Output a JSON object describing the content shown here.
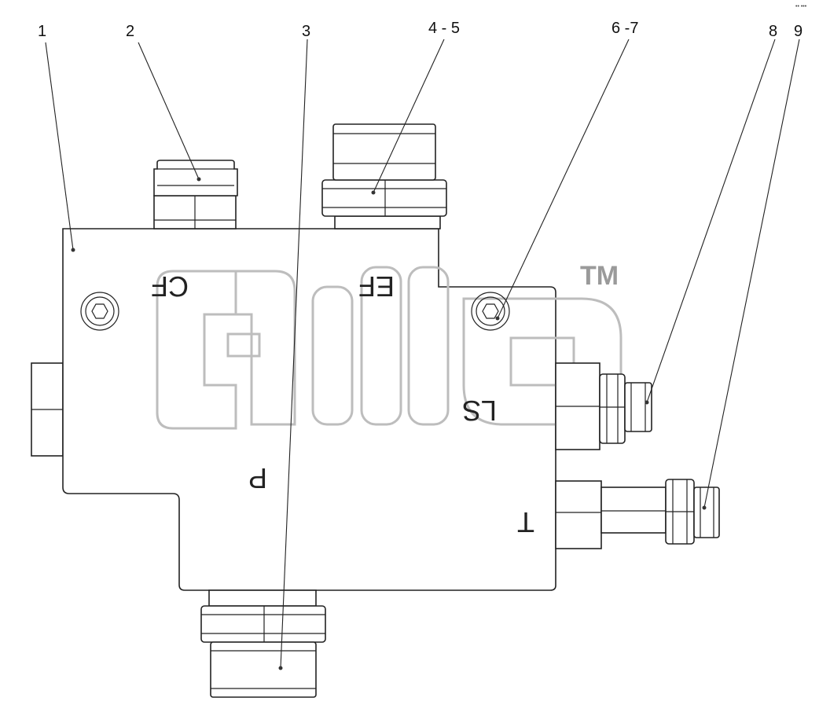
{
  "callouts": [
    {
      "id": "1",
      "label": "1"
    },
    {
      "id": "2",
      "label": "2"
    },
    {
      "id": "3",
      "label": "3"
    },
    {
      "id": "4-5",
      "label": "4 - 5"
    },
    {
      "id": "6-7",
      "label": "6 -7"
    },
    {
      "id": "8",
      "label": "8"
    },
    {
      "id": "9",
      "label": "9"
    }
  ],
  "ports": {
    "cf": "CF",
    "ef": "EF",
    "ls": "LS",
    "p": "P",
    "t": "T"
  },
  "watermark": {
    "text": "elcb",
    "trademark": "TM"
  },
  "corner_mark": "•• •••"
}
